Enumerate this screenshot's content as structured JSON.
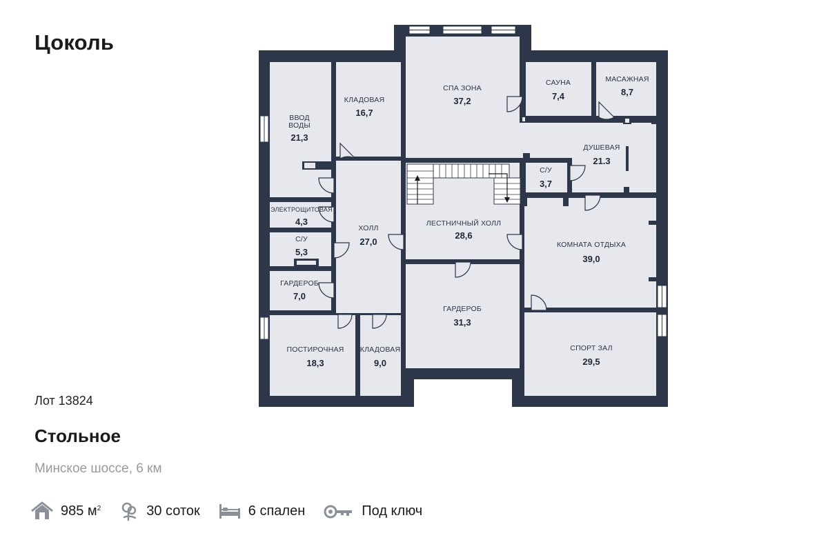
{
  "floor_title": "Цоколь",
  "lot": "Лот 13824",
  "village": "Стольное",
  "highway": "Минское шоссе, 6 км",
  "stats": {
    "area_value": "985 м",
    "area_sup": "2",
    "plot": "30 соток",
    "bedrooms": "6 спален",
    "finish": "Под ключ"
  },
  "colors": {
    "wall": "#2d3749",
    "room": "#e6e8ed",
    "text": "#1b1b1b",
    "muted": "#9a9a9a"
  },
  "rooms": [
    {
      "name": "ВВОД ВОДЫ",
      "name2": "ВОДЫ",
      "area": "21,3"
    },
    {
      "name": "КЛАДОВАЯ",
      "area": "16,7"
    },
    {
      "name": "СПА ЗОНА",
      "area": "37,2"
    },
    {
      "name": "САУНА",
      "area": "7,4"
    },
    {
      "name": "МАСАЖНАЯ",
      "area": "8,7"
    },
    {
      "name": "ДУШЕВАЯ",
      "area": "21.3"
    },
    {
      "name": "С/У",
      "area": "3,7"
    },
    {
      "name": "ЭЛЕКТРОЩИТОВАЯ",
      "area": "4,3"
    },
    {
      "name": "С/У",
      "area": "5,3"
    },
    {
      "name": "ХОЛЛ",
      "area": "27,0"
    },
    {
      "name": "ЛЕСТНИЧНЫЙ ХОЛЛ",
      "area": "28,6"
    },
    {
      "name": "КОМНАТА ОТДЫХА",
      "area": "39,0"
    },
    {
      "name": "ГАРДЕРОБ",
      "area": "7,0"
    },
    {
      "name": "ГАРДЕРОБ",
      "area": "31,3"
    },
    {
      "name": "ПОСТИРОЧНАЯ",
      "area": "18,3"
    },
    {
      "name": "КЛАДОВАЯ",
      "area": "9,0"
    },
    {
      "name": "СПОРТ ЗАЛ",
      "area": "29,5"
    }
  ]
}
